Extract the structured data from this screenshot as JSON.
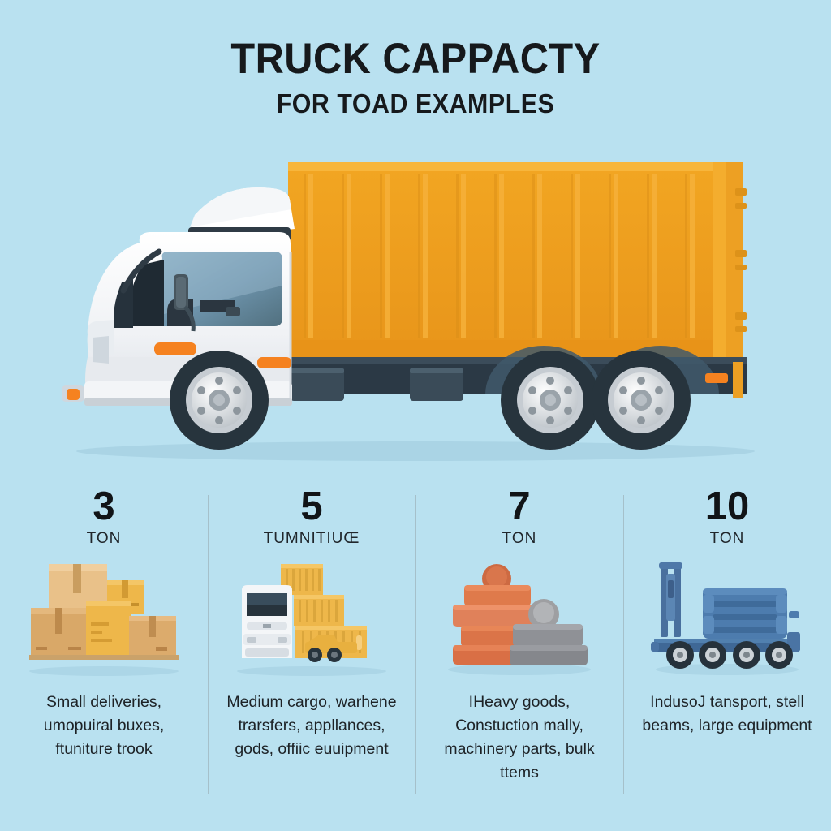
{
  "page": {
    "background_color": "#b9e1f0",
    "accent_orange": "#ef9f1e",
    "text_color": "#16191c",
    "divider_color": "#9fb4bd"
  },
  "header": {
    "title": "TRUCK CAPPACTY",
    "subtitle": "FOR TOAD EXAMPLES"
  },
  "hero": {
    "name": "delivery-truck-illustration",
    "cab_color": "#f2f4f6",
    "box_color": "#ef9f1e",
    "chassis_color": "#2c3a45",
    "indicator_color": "#f58220"
  },
  "columns": [
    {
      "number": "3",
      "unit": "TON",
      "icon": "cardboard-boxes-icon",
      "description": "Small deliveries, umopuiral buxes, ftuniture trook",
      "description_lines": [
        "Small deliveries,",
        "umopuiral",
        "buxes, ftuniture",
        "trook"
      ]
    },
    {
      "number": "5",
      "unit": "TUMNITIUŒ",
      "icon": "truck-and-containers-icon",
      "description": "Medium cargo, warhene trarsfers, appllances, gods, offiic euuipment",
      "description_lines": [
        "Medium cargo,",
        "warhene trarsfers,",
        "appllances, gods,",
        "offiic euuipment"
      ]
    },
    {
      "number": "7",
      "unit": "TON",
      "icon": "stacked-steel-blocks-icon",
      "description": "IHeavy goods, Constuction mally, machinery parts, bulk ttems",
      "description_lines": [
        "IHeavy goods,",
        "Constuction mally,",
        "machinery parts,",
        "bulk ttems"
      ]
    },
    {
      "number": "10",
      "unit": "TON",
      "icon": "flatbed-trailer-icon",
      "description": "IndusoJ tansport, stell beams, large equipment",
      "description_lines": [
        "IndusoJ tansport,",
        "stell beams,",
        "large equipment"
      ]
    }
  ]
}
